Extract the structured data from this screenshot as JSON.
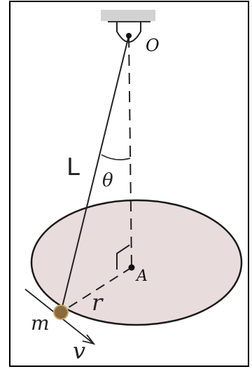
{
  "labels": {
    "pivot": "O",
    "length": "L",
    "angle": "θ",
    "center": "A",
    "radius": "r",
    "mass": "m",
    "velocity": "v"
  },
  "colors": {
    "frame": "#000000",
    "disk_fill": "#e8dcdc",
    "disk_stroke": "#1a1a1a",
    "ceiling": "#d0d0d0",
    "bob": "#8a6a3a",
    "ink": "#222222"
  }
}
